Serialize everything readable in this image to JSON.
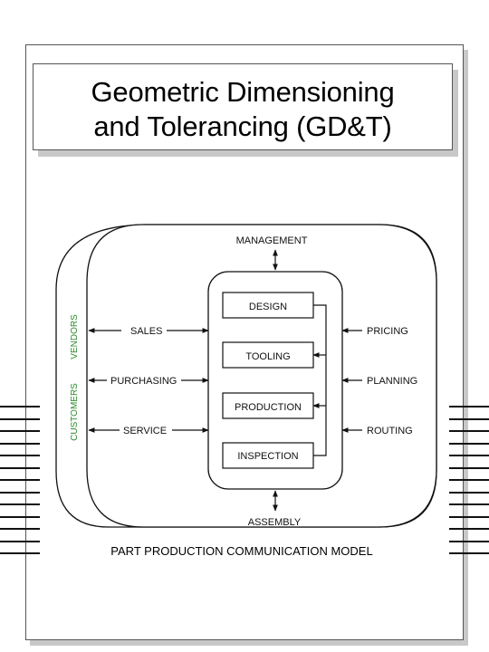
{
  "slide": {
    "title_line1": "Geometric Dimensioning",
    "title_line2": "and Tolerancing (GD&T)"
  },
  "diagram": {
    "management": "MANAGEMENT",
    "assembly": "ASSEMBLY",
    "caption": "PART PRODUCTION COMMUNICATION MODEL",
    "vendors": "VENDORS",
    "customers": "CUSTOMERS",
    "stages": [
      "DESIGN",
      "TOOLING",
      "PRODUCTION",
      "INSPECTION"
    ],
    "left_functions": [
      "SALES",
      "PURCHASING",
      "SERVICE"
    ],
    "right_functions": [
      "PRICING",
      "PLANNING",
      "ROUTING"
    ],
    "side_label_color": "#2e8b2e"
  }
}
